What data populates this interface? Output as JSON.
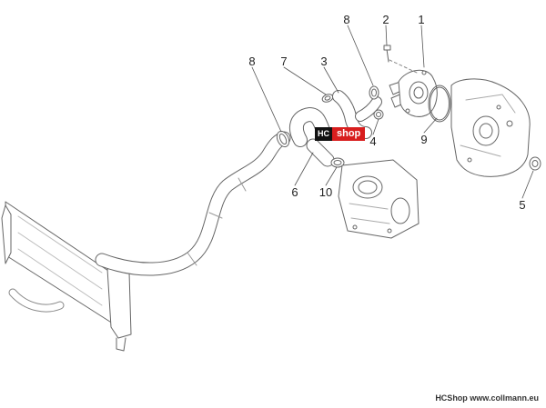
{
  "callouts": {
    "p1": "1",
    "p2": "2",
    "p3": "3",
    "p4": "4",
    "p5": "5",
    "p6": "6",
    "p7": "7",
    "p8a": "8",
    "p8b": "8",
    "p9": "9",
    "p10": "10"
  },
  "watermark": {
    "part1": "HC",
    "part2": "shop"
  },
  "credit": {
    "text": "HCShop www.collmann.eu"
  },
  "colors": {
    "line": "#555555",
    "light": "#9a9a9a",
    "fill": "#ffffff",
    "brand_red": "#d81e1e"
  }
}
